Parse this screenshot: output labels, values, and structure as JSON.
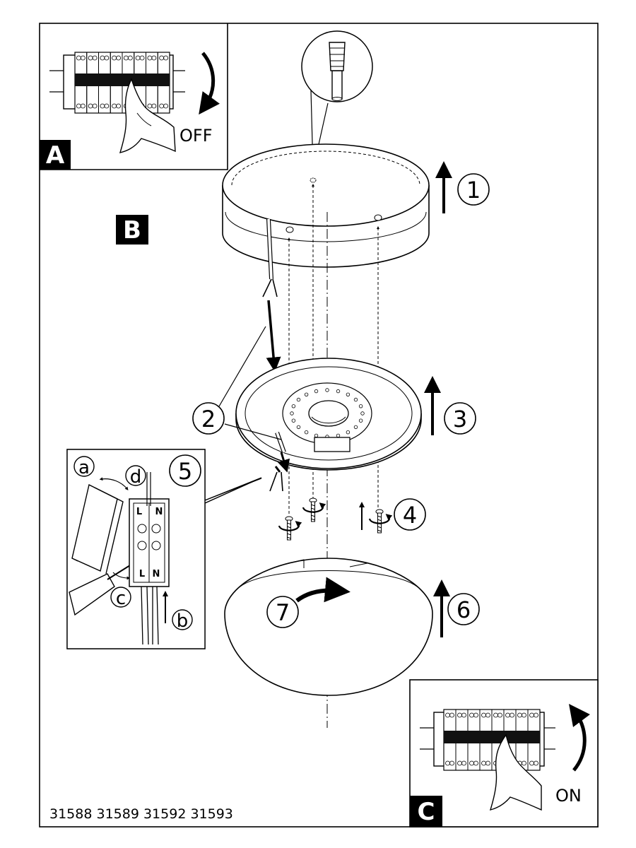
{
  "panels": {
    "a": {
      "letter": "A",
      "switch_label": "OFF"
    },
    "b": {
      "letter": "B"
    },
    "c": {
      "letter": "C",
      "switch_label": "ON"
    }
  },
  "steps": [
    "1",
    "2",
    "3",
    "4",
    "5",
    "6",
    "7"
  ],
  "wiring": {
    "sub_steps": [
      "a",
      "b",
      "c",
      "d"
    ],
    "terminal_live": "L",
    "terminal_neutral": "N"
  },
  "footer": {
    "model_numbers": "31588 31589 31592 31593"
  }
}
